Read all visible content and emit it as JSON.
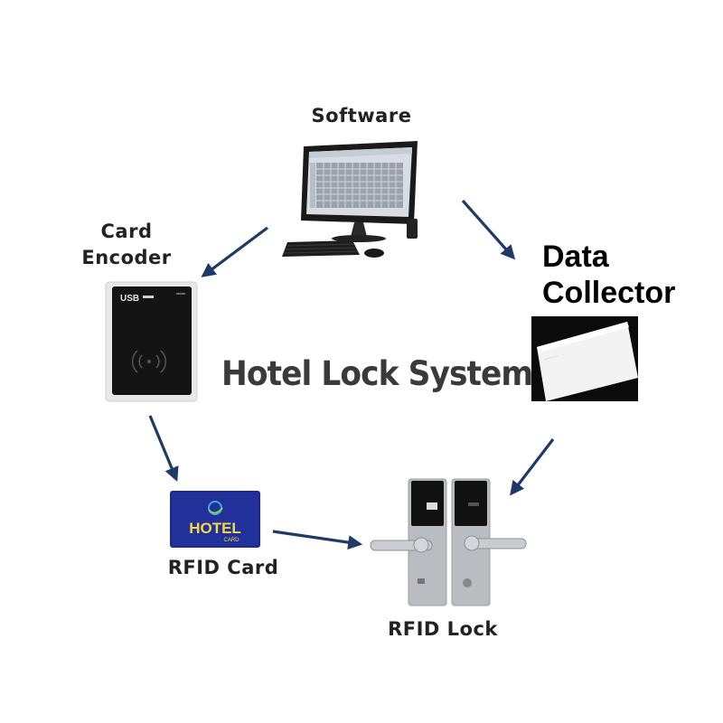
{
  "labels": {
    "software": "Software",
    "card_encoder_line1": "Card",
    "card_encoder_line2": "Encoder",
    "data_collector_line1": "Data",
    "data_collector_line2": "Collector",
    "title": "Hotel Lock System",
    "rfid_card": "RFID Card",
    "rfid_lock": "RFID Lock"
  },
  "device_text": {
    "encoder_usb": "USB",
    "hotel_card_main": "HOTEL",
    "hotel_card_sub": "CARD"
  },
  "colors": {
    "arrow": "#1f3a66",
    "hotel_card": "#1c2a8c",
    "hotel_card_text": "#f2d64b",
    "lock_body": "#b9bcc0",
    "lock_panel": "#111111"
  }
}
